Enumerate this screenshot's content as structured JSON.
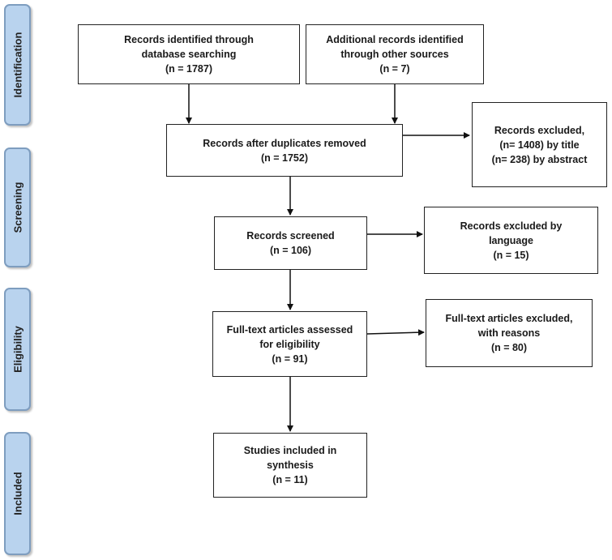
{
  "stages": {
    "identification": "Identification",
    "screening": "Screening",
    "eligibility": "Eligibility",
    "included": "Included"
  },
  "boxes": {
    "db_search": {
      "lines": [
        "Records identified through",
        "database searching",
        "(n = 1787)"
      ]
    },
    "other_sources": {
      "lines": [
        "Additional records identified",
        "through other sources",
        "(n = 7)"
      ]
    },
    "after_duplicates": {
      "lines": [
        "Records after duplicates removed",
        "(n = 1752)"
      ]
    },
    "excluded_title_abstract": {
      "lines": [
        "Records excluded,",
        "(n= 1408) by title",
        "(n= 238) by abstract"
      ]
    },
    "screened": {
      "lines": [
        "Records screened",
        "(n = 106)"
      ]
    },
    "excluded_language": {
      "lines": [
        "Records excluded by",
        "language",
        "(n = 15)"
      ]
    },
    "fulltext_assessed": {
      "lines": [
        "Full-text articles assessed",
        "for eligibility",
        "(n = 91)"
      ]
    },
    "fulltext_excluded": {
      "lines": [
        "Full-text articles excluded,",
        "with reasons",
        "(n = 80)"
      ]
    },
    "included_studies": {
      "lines": [
        "Studies included in",
        "synthesis",
        "(n = 11)"
      ]
    }
  }
}
